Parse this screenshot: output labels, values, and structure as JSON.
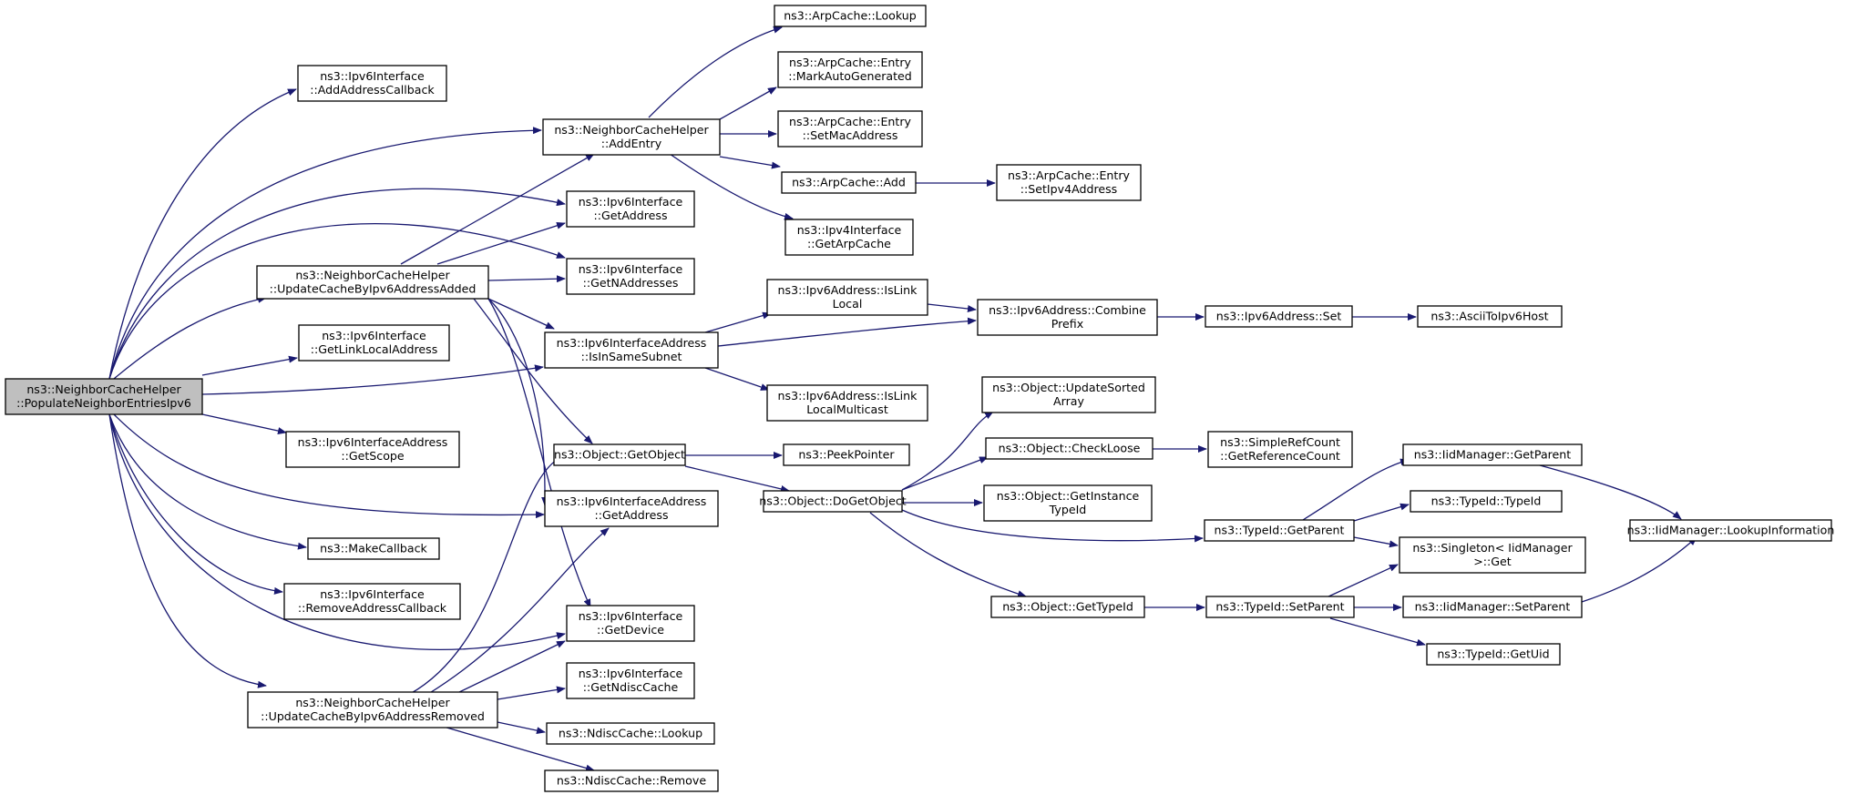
{
  "colors": {
    "edge": "#191970",
    "node_fill": "#ffffff",
    "root_fill": "#bfbfbf",
    "node_border": "#000000"
  },
  "nodes": [
    {
      "id": "root",
      "lines": [
        "ns3::NeighborCacheHelper",
        "::PopulateNeighborEntriesIpv6"
      ],
      "root": true
    },
    {
      "id": "addAddrCb",
      "lines": [
        "ns3::Ipv6Interface",
        "::AddAddressCallback"
      ]
    },
    {
      "id": "updAdded",
      "lines": [
        "ns3::NeighborCacheHelper",
        "::UpdateCacheByIpv6AddressAdded"
      ]
    },
    {
      "id": "getLinkLocal",
      "lines": [
        "ns3::Ipv6Interface",
        "::GetLinkLocalAddress"
      ]
    },
    {
      "id": "getScope",
      "lines": [
        "ns3::Ipv6InterfaceAddress",
        "::GetScope"
      ]
    },
    {
      "id": "makeCb",
      "lines": [
        "ns3::MakeCallback"
      ]
    },
    {
      "id": "remAddrCb",
      "lines": [
        "ns3::Ipv6Interface",
        "::RemoveAddressCallback"
      ]
    },
    {
      "id": "updRemoved",
      "lines": [
        "ns3::NeighborCacheHelper",
        "::UpdateCacheByIpv6AddressRemoved"
      ]
    },
    {
      "id": "addEntry",
      "lines": [
        "ns3::NeighborCacheHelper",
        "::AddEntry"
      ]
    },
    {
      "id": "ifGetAddr",
      "lines": [
        "ns3::Ipv6Interface",
        "::GetAddress"
      ]
    },
    {
      "id": "getNAddr",
      "lines": [
        "ns3::Ipv6Interface",
        "::GetNAddresses"
      ]
    },
    {
      "id": "isSameSubnet",
      "lines": [
        "ns3::Ipv6InterfaceAddress",
        "::IsInSameSubnet"
      ]
    },
    {
      "id": "getObject",
      "lines": [
        "ns3::Object::GetObject"
      ]
    },
    {
      "id": "ifaGetAddr",
      "lines": [
        "ns3::Ipv6InterfaceAddress",
        "::GetAddress"
      ]
    },
    {
      "id": "getDevice",
      "lines": [
        "ns3::Ipv6Interface",
        "::GetDevice"
      ]
    },
    {
      "id": "getNdisc",
      "lines": [
        "ns3::Ipv6Interface",
        "::GetNdiscCache"
      ]
    },
    {
      "id": "ndLookup",
      "lines": [
        "ns3::NdiscCache::Lookup"
      ]
    },
    {
      "id": "ndRemove",
      "lines": [
        "ns3::NdiscCache::Remove"
      ]
    },
    {
      "id": "arpLookup",
      "lines": [
        "ns3::ArpCache::Lookup"
      ]
    },
    {
      "id": "markAuto",
      "lines": [
        "ns3::ArpCache::Entry",
        "::MarkAutoGenerated"
      ]
    },
    {
      "id": "setMac",
      "lines": [
        "ns3::ArpCache::Entry",
        "::SetMacAddress"
      ]
    },
    {
      "id": "arpAdd",
      "lines": [
        "ns3::ArpCache::Add"
      ]
    },
    {
      "id": "getArp",
      "lines": [
        "ns3::Ipv4Interface",
        "::GetArpCache"
      ]
    },
    {
      "id": "setIpv4",
      "lines": [
        "ns3::ArpCache::Entry",
        "::SetIpv4Address"
      ]
    },
    {
      "id": "isLinkLocal",
      "lines": [
        "ns3::Ipv6Address::IsLink",
        "Local"
      ]
    },
    {
      "id": "isLinkLocalMc",
      "lines": [
        "ns3::Ipv6Address::IsLink",
        "LocalMulticast"
      ]
    },
    {
      "id": "combine",
      "lines": [
        "ns3::Ipv6Address::Combine",
        "Prefix"
      ]
    },
    {
      "id": "addrSet",
      "lines": [
        "ns3::Ipv6Address::Set"
      ]
    },
    {
      "id": "asciiTo",
      "lines": [
        "ns3::AsciiToIpv6Host"
      ]
    },
    {
      "id": "peek",
      "lines": [
        "ns3::PeekPointer"
      ]
    },
    {
      "id": "doGetObj",
      "lines": [
        "ns3::Object::DoGetObject"
      ]
    },
    {
      "id": "updSorted",
      "lines": [
        "ns3::Object::UpdateSorted",
        "Array"
      ]
    },
    {
      "id": "checkLoose",
      "lines": [
        "ns3::Object::CheckLoose"
      ]
    },
    {
      "id": "getInstTid",
      "lines": [
        "ns3::Object::GetInstance",
        "TypeId"
      ]
    },
    {
      "id": "objGetTid",
      "lines": [
        "ns3::Object::GetTypeId"
      ]
    },
    {
      "id": "refCount",
      "lines": [
        "ns3::SimpleRefCount",
        "::GetReferenceCount"
      ]
    },
    {
      "id": "tidGetParent",
      "lines": [
        "ns3::TypeId::GetParent"
      ]
    },
    {
      "id": "tidSetParent",
      "lines": [
        "ns3::TypeId::SetParent"
      ]
    },
    {
      "id": "iidGetParent",
      "lines": [
        "ns3::IidManager::GetParent"
      ]
    },
    {
      "id": "tidTypeId",
      "lines": [
        "ns3::TypeId::TypeId"
      ]
    },
    {
      "id": "singleton",
      "lines": [
        "ns3::Singleton< IidManager",
        ">::Get"
      ]
    },
    {
      "id": "iidSetParent",
      "lines": [
        "ns3::IidManager::SetParent"
      ]
    },
    {
      "id": "getUid",
      "lines": [
        "ns3::TypeId::GetUid"
      ]
    },
    {
      "id": "lookupInfo",
      "lines": [
        "ns3::IidManager::LookupInformation"
      ]
    }
  ]
}
